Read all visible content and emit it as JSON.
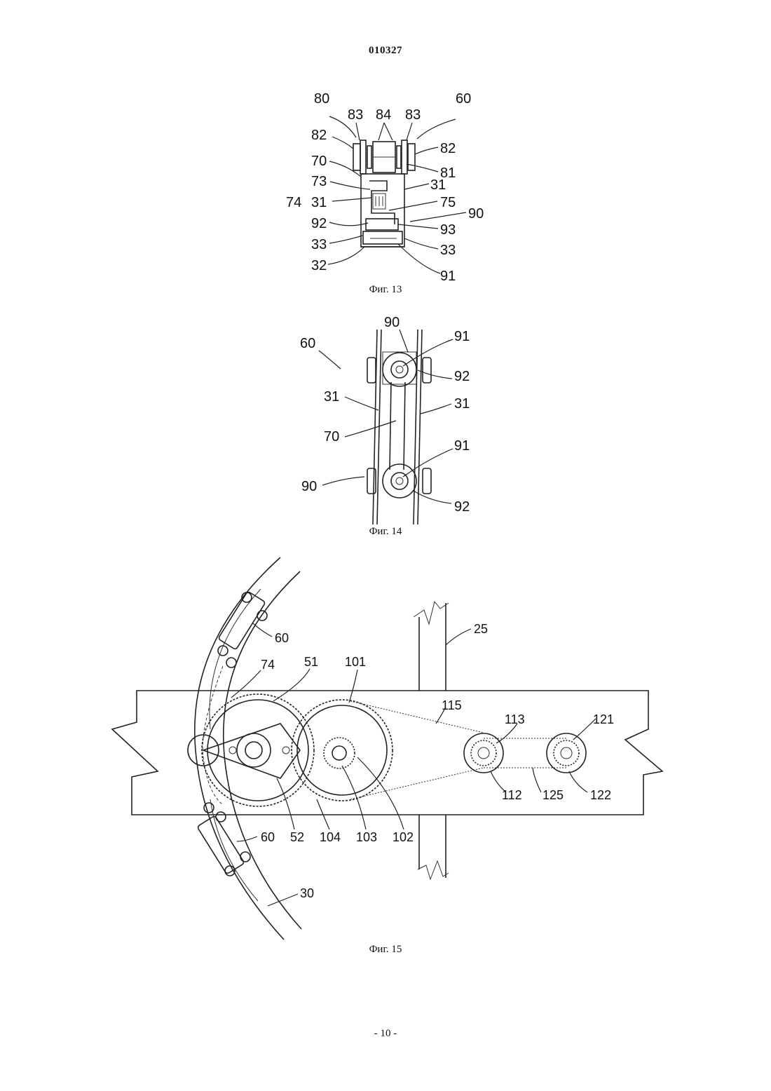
{
  "document_number": "010327",
  "page_number": "- 10 -",
  "figures": {
    "fig13": {
      "caption": "Фиг. 13",
      "labels": {
        "l80": "80",
        "l60": "60",
        "l83a": "83",
        "l84": "84",
        "l83b": "83",
        "l82a": "82",
        "l82b": "82",
        "l81": "81",
        "l70": "70",
        "l73": "73",
        "l31a": "31",
        "l31b": "31",
        "l74": "74",
        "l75": "75",
        "l90": "90",
        "l92": "92",
        "l93": "93",
        "l33a": "33",
        "l33b": "33",
        "l32": "32",
        "l91": "91"
      }
    },
    "fig14": {
      "caption": "Фиг. 14",
      "labels": {
        "l90a": "90",
        "l91a": "91",
        "l60": "60",
        "l92a": "92",
        "l31a": "31",
        "l31b": "31",
        "l70": "70",
        "l91b": "91",
        "l90b": "90",
        "l92b": "92"
      }
    },
    "fig15": {
      "caption": "Фиг. 15",
      "labels": {
        "l60a": "60",
        "l25": "25",
        "l74": "74",
        "l51": "51",
        "l101": "101",
        "l115": "115",
        "l113": "113",
        "l121": "121",
        "l112": "112",
        "l125": "125",
        "l122": "122",
        "l52": "52",
        "l104": "104",
        "l103": "103",
        "l102": "102",
        "l60b": "60",
        "l30": "30"
      }
    }
  }
}
